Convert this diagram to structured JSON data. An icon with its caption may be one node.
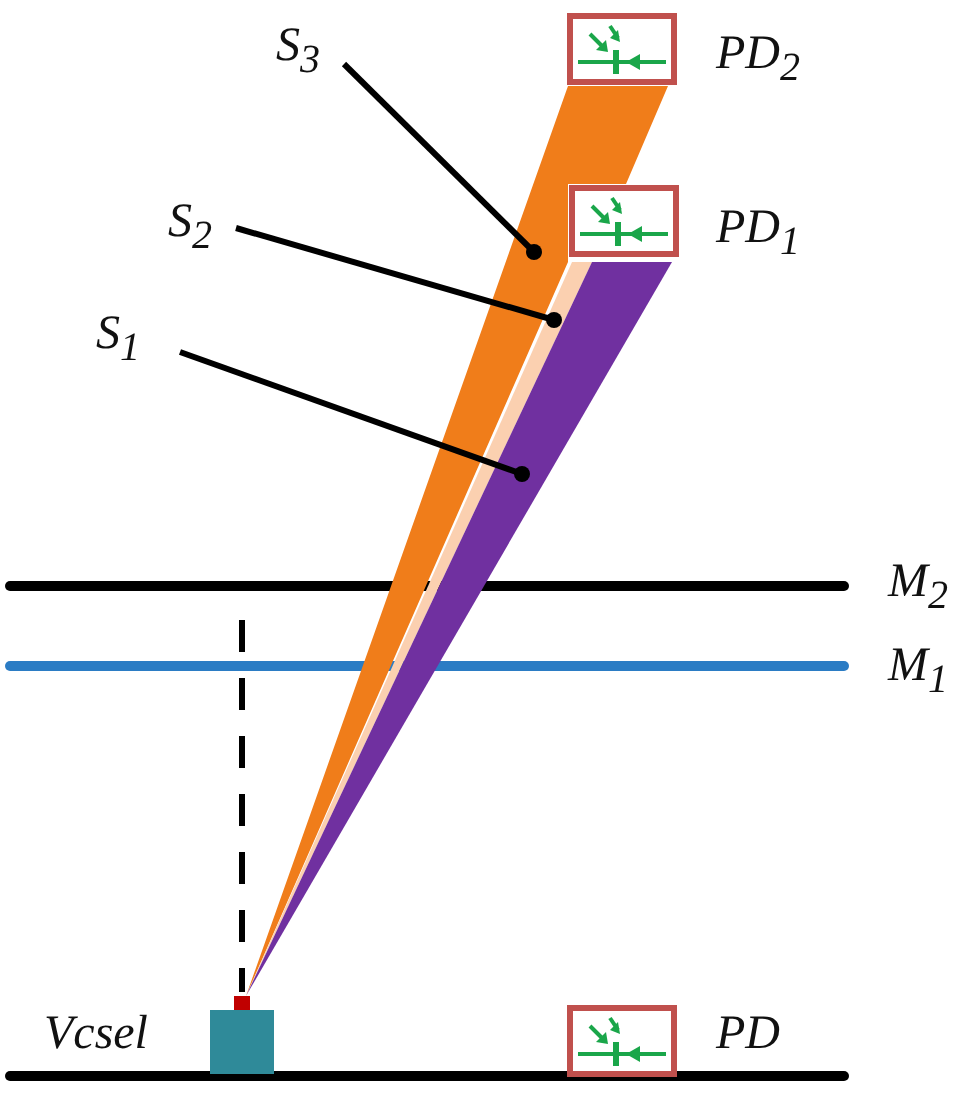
{
  "diagram": {
    "nodes": [
      {
        "text": [
          "S$_{3}$"
        ]
      },
      {
        "text": [
          "S$_{2}$"
        ]
      },
      {
        "text": [
          "S$_{1}$"
        ]
      },
      {
        "text": [],
        "shape": "band"
      },
      {
        "text": [],
        "shape": "band"
      },
      {
        "text": [],
        "shape": "band"
      }
    ],
    "edges": [
      {
        "from": 0,
        "to": 3,
        "arrow": "other"
      },
      {
        "from": 1,
        "to": 4,
        "arrow": "other"
      },
      {
        "from": 2,
        "to": 5,
        "arrow": "other"
      }
    ],
    "labels": [
      "PD$_{2}$",
      "PD$_{1}$",
      "M$_{2}$",
      "M$_{1}$",
      "Vcsel",
      "PD"
    ]
  }
}
